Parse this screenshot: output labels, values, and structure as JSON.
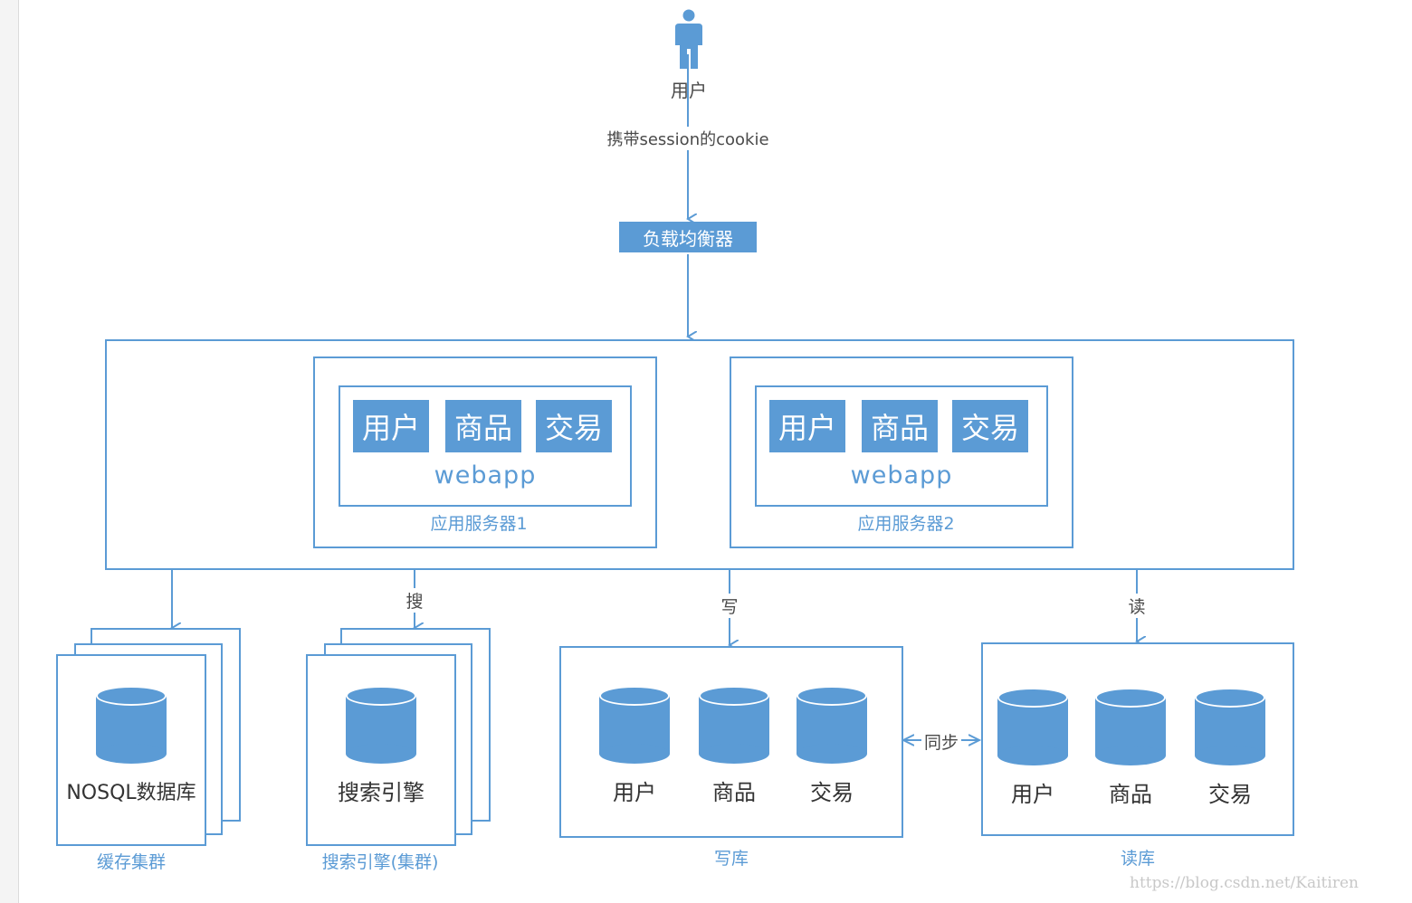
{
  "user": {
    "label": "用户"
  },
  "cookie_label": "携带session的cookie",
  "load_balancer": "负载均衡器",
  "servers": [
    {
      "modules": [
        "用户",
        "商品",
        "交易"
      ],
      "webapp": "webapp",
      "caption": "应用服务器1"
    },
    {
      "modules": [
        "用户",
        "商品",
        "交易"
      ],
      "webapp": "webapp",
      "caption": "应用服务器2"
    }
  ],
  "edges": {
    "search": "搜",
    "write": "写",
    "read": "读",
    "sync": "同步"
  },
  "nosql": {
    "title": "NOSQL数据库",
    "caption": "缓存集群"
  },
  "search_engine": {
    "title": "搜索引擎",
    "caption": "搜索引擎(集群)"
  },
  "write_db": {
    "items": [
      "用户",
      "商品",
      "交易"
    ],
    "caption": "写库"
  },
  "read_db": {
    "items": [
      "用户",
      "商品",
      "交易"
    ],
    "caption": "读库"
  },
  "watermark": "https://blog.csdn.net/Kaitiren",
  "colors": {
    "accent": "#5b9bd5",
    "text": "#333333"
  },
  "icons": [
    "user-icon",
    "database-icon",
    "arrow-icon"
  ]
}
